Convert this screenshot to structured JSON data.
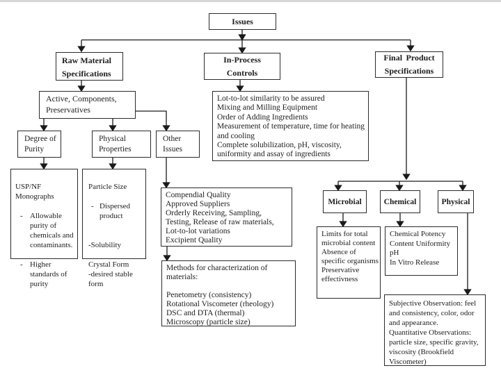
{
  "page": {
    "background": "#ffffff",
    "top_bar_color": "#d6d6d6",
    "line_color": "#1a1a1a",
    "box_border_color": "#2a2a2a"
  },
  "nodes": {
    "issues": {
      "label": "Issues"
    },
    "raw_material": {
      "label": "Raw Material\nSpecifications"
    },
    "in_process": {
      "label": "In-Process\nControls"
    },
    "final_product": {
      "label": "Final Product\nSpecifications"
    },
    "active_components": {
      "label": "Active, Components,\nPreservatives"
    },
    "degree_of_purity": {
      "label": "Degree of\nPurity"
    },
    "physical_properties": {
      "label": "Physical\nProperties"
    },
    "other_issues": {
      "label": "Other\nIssues"
    },
    "usp_nf": {
      "title": "USP/NF\nMonographs",
      "bullets": [
        {
          "dash": "-",
          "text": "Allowable purity of chemicals and contaminants."
        },
        {
          "dash": "-",
          "text": "Higher standards of purity"
        }
      ]
    },
    "particle_size": {
      "title": "Particle Size",
      "bullet": {
        "dash": "-",
        "text": "Dispersed product"
      },
      "body": "\n-Solubility\n\nCrystal Form\n-desired stable form"
    },
    "in_process_detail": {
      "text": "Lot-to-lot similarity to be assured\nMixing and Milling Equipment\nOrder of Adding Ingredients\nMeasurement of temperature, time for heating and cooling\nComplete solubilization, pH, viscosity, uniformity and assay of ingredients"
    },
    "other_issues_detail": {
      "text": "Compendial Quality\nApproved Suppliers\nOrderly Receiving, Sampling, Testing, Release of raw materials,\nLot-to-lot variations\nExcipient Quality"
    },
    "methods": {
      "text": "Methods for characterization of materials:\n\nPenetometry (consistency)\nRotational Viscometer (rheology)\nDSC and DTA (thermal)\nMicroscopy (particle size)"
    },
    "microbial": {
      "label": "Microbial"
    },
    "chemical": {
      "label": "Chemical"
    },
    "physical": {
      "label": "Physical"
    },
    "microbial_detail": {
      "text": "Limits for total microbial content\nAbsence of specific organisms\nPreservative effectivness"
    },
    "chemical_detail": {
      "text": "Chemical Potency\nContent Uniformity\npH\nIn Vitro Release"
    },
    "physical_detail": {
      "text": "Subjective Observation: feel and consistency, color, odor and appearance.\nQuantitative Observations: particle size, specific gravity, viscosity (Brookfield Viscometer)"
    }
  }
}
